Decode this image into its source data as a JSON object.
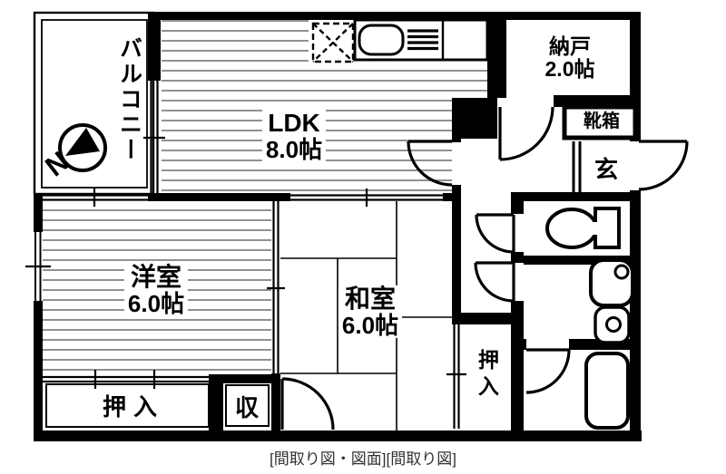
{
  "rooms": {
    "balcony": {
      "label": "バルコニー"
    },
    "ldk": {
      "label": "LDK",
      "size": "8.0帖"
    },
    "nando": {
      "label": "納戸",
      "size": "2.0帖"
    },
    "kutsubako": {
      "label": "靴箱"
    },
    "genkan": {
      "label": "玄"
    },
    "yoshitsu": {
      "label": "洋室",
      "size": "6.0帖"
    },
    "washitsu": {
      "label": "和室",
      "size": "6.0帖"
    },
    "oshiire_left": {
      "label": "押入"
    },
    "shunou": {
      "label": "収"
    },
    "oshiire_right": {
      "label": "押入"
    }
  },
  "compass": {
    "label": "N"
  },
  "caption": "[間取り図・図面][間取り図]",
  "icons": {
    "compass": "compass-icon",
    "refrigerator_space": "refrigerator-space-icon",
    "kitchen_sink": "kitchen-sink-icon",
    "stove": "stove-icon",
    "toilet": "toilet-icon",
    "washbasin": "washbasin-icon",
    "washing_machine": "washing-machine-icon",
    "bathtub": "bathtub-icon"
  },
  "colors": {
    "wall": "#000000",
    "hatch": "#555555",
    "caption": "#333333",
    "background": "#ffffff"
  }
}
